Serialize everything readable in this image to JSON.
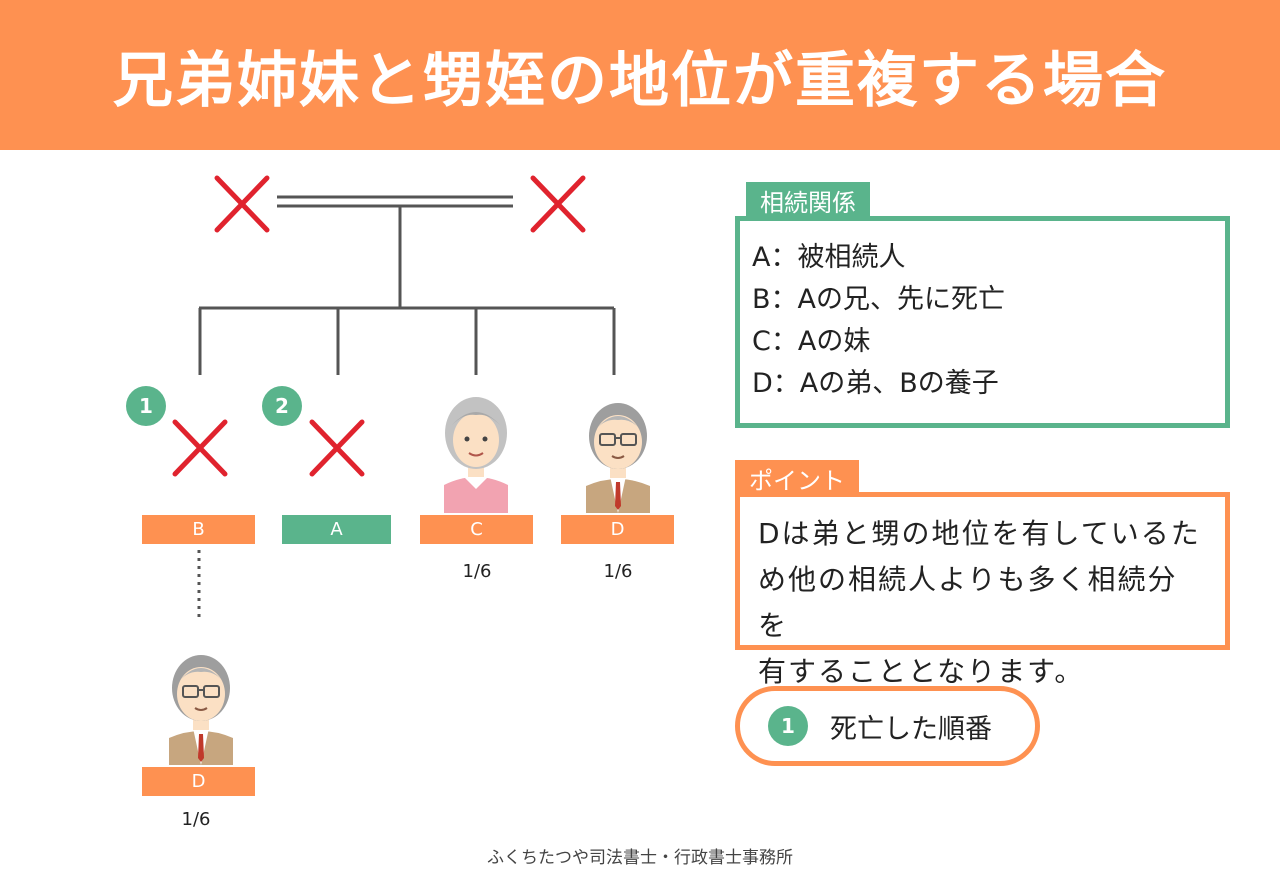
{
  "title": "兄弟姉妹と甥姪の地位が重複する場合",
  "persons": [
    {
      "label": "B",
      "color": "#fe9151",
      "order": "1",
      "status": "deceased"
    },
    {
      "label": "A",
      "color": "#5ab48c",
      "order": "2",
      "status": "deceased"
    },
    {
      "label": "C",
      "color": "#fe9151",
      "share": "1/6",
      "avatar": "elderly-woman-icon"
    },
    {
      "label": "D",
      "color": "#fe9151",
      "share": "1/6",
      "avatar": "elderly-man-glasses-icon"
    },
    {
      "label": "D",
      "color": "#fe9151",
      "share": "1/6",
      "avatar": "elderly-man-glasses-icon"
    }
  ],
  "relations": {
    "tab": "相続関係",
    "lines": [
      "A：被相続人",
      "B：Aの兄、先に死亡",
      "C：Aの妹",
      "D：Aの弟、Bの養子"
    ]
  },
  "point": {
    "tab": "ポイント",
    "lines": [
      "Dは弟と甥の地位を有しているた",
      "め他の相続人よりも多く相続分を",
      "有することとなります。"
    ]
  },
  "legend": {
    "number": "1",
    "text": "死亡した順番"
  },
  "footer": "ふくちたつや司法書士・行政書士事務所",
  "colors": {
    "accent_orange": "#fe9151",
    "accent_green": "#5ab48c",
    "cross_red": "#e0232e"
  }
}
